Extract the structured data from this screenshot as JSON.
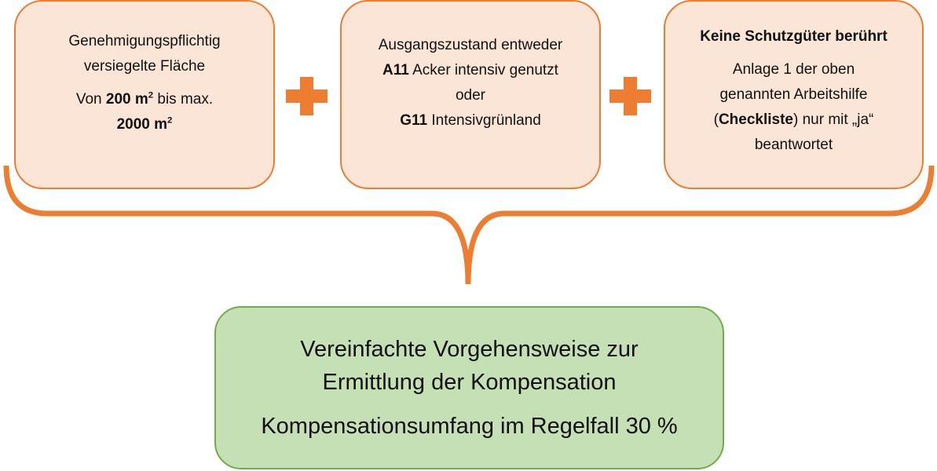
{
  "box1": {
    "line1": "Genehmigungspflichtig",
    "line2": "versiegelte Fläche",
    "von": "Von ",
    "min": "200 m",
    "sup": "2",
    "bis": " bis max.",
    "max": "2000 m",
    "sup2": "2"
  },
  "box2": {
    "line1": "Ausgangszustand entweder",
    "code1": "A11",
    "text1": " Acker intensiv genutzt",
    "oder": "oder",
    "code2": "G11",
    "text2": " Intensivgrünland"
  },
  "box3": {
    "title": "Keine Schutzgüter berührt",
    "line1": "Anlage 1 der oben",
    "line2": "genannten Arbeitshilfe",
    "open": "(",
    "bold": "Checkliste",
    "rest": ") nur mit „ja“",
    "line4": "beantwortet"
  },
  "result": {
    "line1": "Vereinfachte Vorgehensweise zur",
    "line2": "Ermittlung der Kompensation",
    "line3": "Kompensationsumfang im Regelfall 30 %"
  },
  "colors": {
    "orange": "#ED7D31",
    "peach": "#FBE5D6",
    "green": "#C5E0B4",
    "green_border": "#70AD47"
  }
}
